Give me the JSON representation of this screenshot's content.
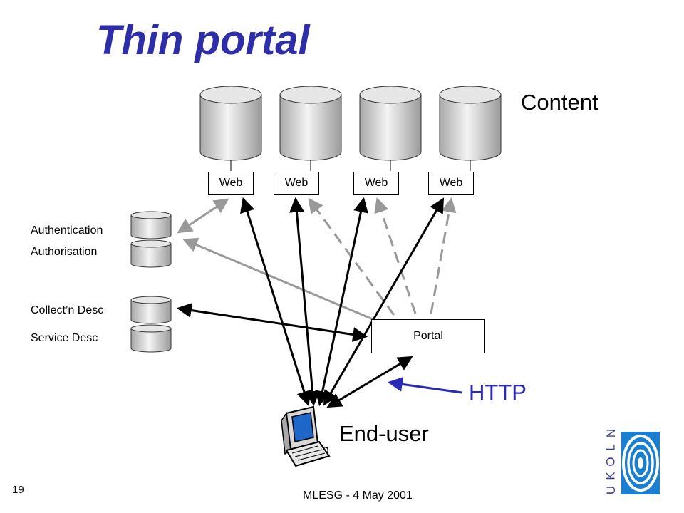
{
  "title": "Thin portal",
  "content_label": "Content",
  "web_boxes": [
    "Web",
    "Web",
    "Web",
    "Web"
  ],
  "side_labels": {
    "authentication": "Authentication",
    "authorisation": "Authorisation",
    "collection_desc": "Collect’n Desc",
    "service_desc": "Service Desc"
  },
  "portal_label": "Portal",
  "http_label": "HTTP",
  "end_user_label": "End-user",
  "page_number": "19",
  "footer": "MLESG - 4 May 2001",
  "logo_text": "UKOLN",
  "colors": {
    "title": "#2e2ea8",
    "http_arrow": "#2a2ab8",
    "black_arrow": "#000000",
    "grey_arrow": "#999999",
    "logo": "#1a7fd0"
  }
}
